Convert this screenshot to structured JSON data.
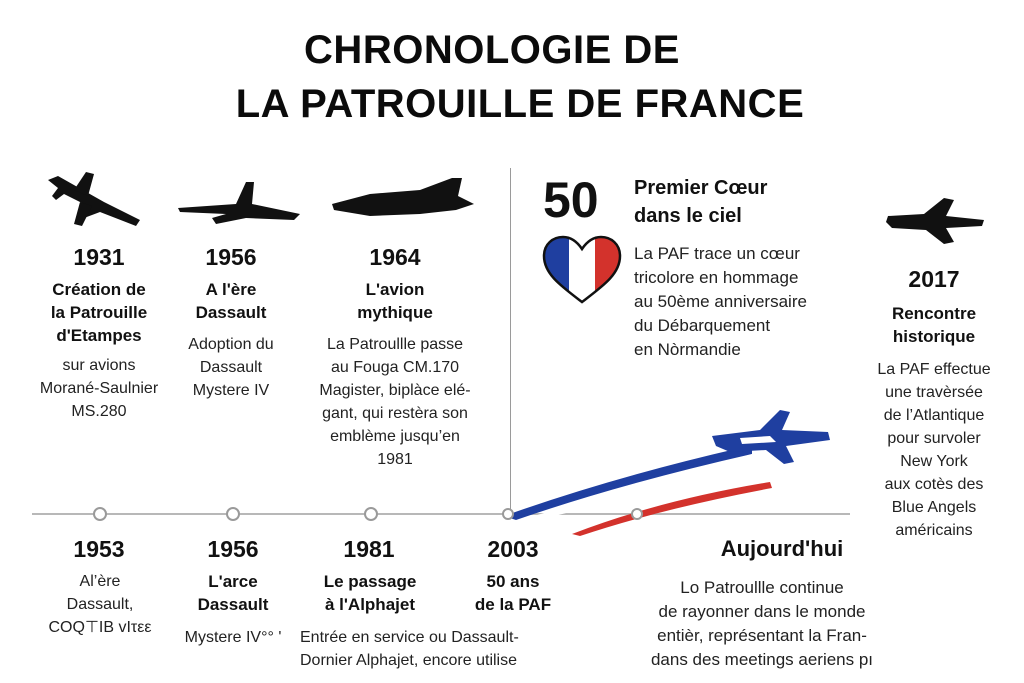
{
  "title": {
    "line1": "CHRONOLOGIE DE",
    "line2": "LA PATROUILLE DE FRANCE"
  },
  "top_events": [
    {
      "year": "1931",
      "heading": "Création de\nla Patrouille\nd'Etampes",
      "text": "sur avions\nMorané-Saulnier\nMS.280",
      "icon": "propeller-plane-icon"
    },
    {
      "year": "1956",
      "heading": "A l'ère\nDassault",
      "text": "Adoption du\nDassault\nMystere IV",
      "icon": "jet-icon"
    },
    {
      "year": "1964",
      "heading": "L'avion\nmythique",
      "text": "La Patroullle passe\nau Fouga CM.170\nMagister, biplàce elé-\ngant, qui restèra son\nemblème jusqu’en\n1981",
      "icon": "jet-icon"
    }
  ],
  "highlight": {
    "number": "50",
    "heading": "Premier Cœur\ndans le ciel",
    "text": "La PAF trace un cœur\ntricolore en hommage\nau 50ème anniversaire\ndu Débarquement\nen Nòrmandie",
    "icon": "heart-icon",
    "colors": {
      "blue": "#1f3fa0",
      "white": "#ffffff",
      "red": "#d3322c"
    }
  },
  "side_event": {
    "year": "2017",
    "heading": "Rencontre\nhistorique",
    "text": "La PAF effectue\nune travèrsée\nde l’Atlantique\npour survoler\nNew York\naux cotès des\nBlue Angels\naméricains",
    "icon": "jet-icon"
  },
  "bottom_events": [
    {
      "year": "1953",
      "heading": "",
      "text": "Al’ère\nDassault,\nCOQ⊤ΙΒ vΙτεε"
    },
    {
      "year": "1956",
      "heading": "L'arce\nDassault",
      "text": "Mystere IV°° '"
    },
    {
      "year": "1981",
      "heading": "Le passage\nà l'Alphajet",
      "text": "Entrée en service ou Dassault-\nDornier Alphajet, encore utilise"
    },
    {
      "year": "2003",
      "heading": "50 ans\nde la PAF",
      "text": ""
    },
    {
      "year": "",
      "heading": "Aujourd'hui",
      "text": "Lo Patroullle continue\nde rayonner dans le monde\nentièr, représentant la Fran-\ndans des meetings aeriens pı"
    }
  ],
  "accent_colors": {
    "blue": "#1f3fa0",
    "red": "#d3322c",
    "dark": "#111111"
  }
}
